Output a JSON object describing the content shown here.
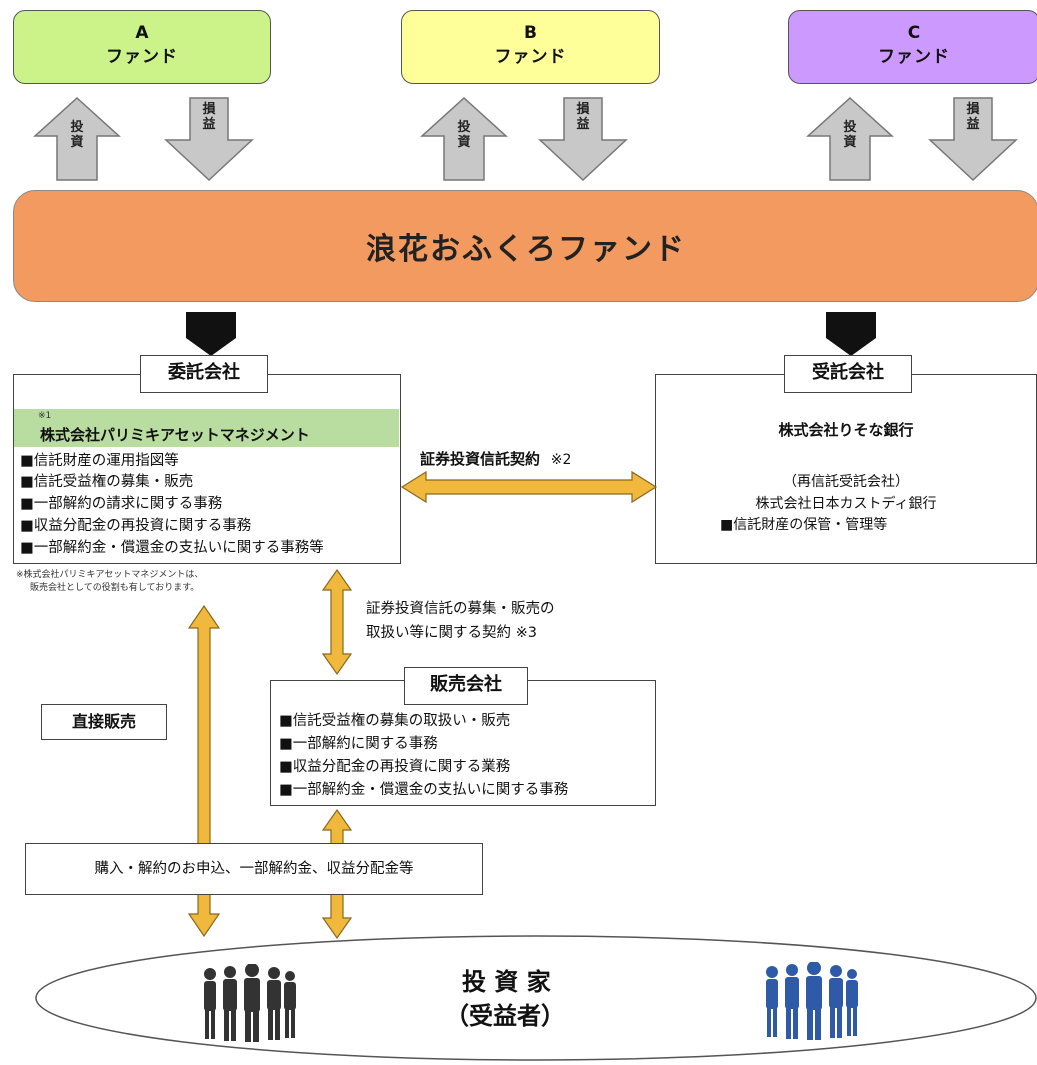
{
  "funds": [
    {
      "letter": "A",
      "name": "ファンド",
      "color": "#ccf28a"
    },
    {
      "letter": "B",
      "name": "ファンド",
      "color": "#ffff99"
    },
    {
      "letter": "C",
      "name": "ファンド",
      "color": "#cc99ff"
    }
  ],
  "arrows": {
    "invest": "投資",
    "pnl": "損益"
  },
  "main_fund": "浪花おふくろファンド",
  "trustor": {
    "tab": "委託会社",
    "note_mark": "※1",
    "company": "株式会社パリミキアセットマネジメント",
    "items": [
      "■信託財産の運用指図等",
      "■信託受益権の募集・販売",
      "■一部解約の請求に関する事務",
      "■収益分配金の再投資に関する事務",
      "■一部解約金・償還金の支払いに関する事務等"
    ],
    "footnote_1": "※株式会社パリミキアセットマネジメントは、",
    "footnote_2": "販売会社としての役割も有しております。"
  },
  "trustee": {
    "tab": "受託会社",
    "company": "株式会社りそな銀行",
    "sub_label": "（再信託受託会社）",
    "sub_company": "株式会社日本カストディ銀行",
    "item": "■信託財産の保管・管理等"
  },
  "contract_label": "証券投資信託契約",
  "contract_note": "※2",
  "sales_contract_1": "証券投資信託の募集・販売の",
  "sales_contract_2": "取扱い等に関する契約 ※3",
  "direct_sales": "直接販売",
  "seller": {
    "tab": "販売会社",
    "items": [
      "■信託受益権の募集の取扱い・販売",
      "■一部解約に関する事務",
      "■収益分配金の再投資に関する業務",
      "■一部解約金・償還金の支払いに関する事務"
    ]
  },
  "flow_label": "購入・解約のお申込、一部解約金、収益分配金等",
  "investor_1": "投 資 家",
  "investor_2": "（受益者）",
  "colors": {
    "orange": "#f29a5f",
    "gold_arrow": "#f0b83c",
    "gray_arrow": "#c8c8c8",
    "people_left": "#333333",
    "people_right": "#2f5aa8",
    "company_highlight": "#b9dca0"
  }
}
